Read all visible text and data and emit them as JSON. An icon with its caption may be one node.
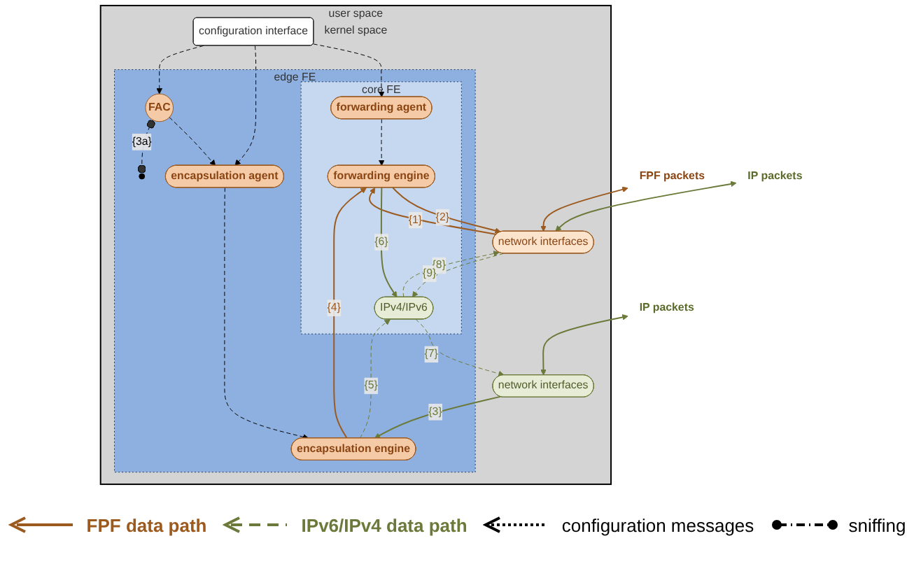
{
  "diagram": {
    "nodes": [
      {
        "text": [
          "user space",
          "kernel space"
        ]
      },
      {
        "text": [
          "configuration interface"
        ],
        "in": 0
      },
      {
        "text": [
          "edge FE"
        ],
        "in": 0
      },
      {
        "text": [
          "core FE"
        ],
        "in": 2
      },
      {
        "text": [
          "forwarding agent"
        ],
        "in": 3
      },
      {
        "text": [
          "encapsulation agent"
        ],
        "in": 2
      },
      {
        "text": [
          "FAC"
        ],
        "in": 2
      },
      {
        "text": [
          "network interfaces"
        ],
        "in": 0
      },
      {
        "text": [
          "forwarding engine"
        ],
        "in": 3
      },
      {
        "text": [
          "encapsulation engine"
        ],
        "in": 2
      },
      {
        "text": [
          "network interfaces"
        ],
        "in": 0
      },
      {
        "text": [
          "IPv4/IPv6"
        ],
        "in": 3
      },
      {
        "text": [
          "FPF packets"
        ]
      },
      {
        "text": [
          "IP packets"
        ]
      },
      {
        "text": [
          "IP packets"
        ]
      },
      {
        "text": [],
        "shape": "circle",
        "in": 2
      }
    ],
    "edges": [
      {
        "from": 1,
        "to": 4,
        "arrow": "to",
        "style": "dashed",
        "color": "#000000"
      },
      {
        "from": 1,
        "to": 5,
        "arrow": "to",
        "style": "dashed",
        "color": "#000000"
      },
      {
        "from": 1,
        "to": 6,
        "arrow": "to",
        "style": "dashed",
        "color": "#000000"
      },
      {
        "from": 6,
        "to": 5,
        "arrow": "to",
        "style": "dashed",
        "color": "#000000"
      },
      {
        "from": 4,
        "to": 8,
        "arrow": "to",
        "style": "dashed",
        "color": "#000000"
      },
      {
        "from": 5,
        "to": 9,
        "arrow": "to",
        "style": "dashed",
        "color": "#000000"
      },
      {
        "from": 7,
        "to": 8,
        "arrow": "to",
        "label": "{1}",
        "color": "#9c5a1f"
      },
      {
        "from": 8,
        "to": 7,
        "arrow": "to",
        "label": "{2}",
        "color": "#9c5a1f"
      },
      {
        "from": 10,
        "to": 9,
        "arrow": "to",
        "label": "{3}"
      },
      {
        "from": 6,
        "to": 15,
        "arrow": "other",
        "label": "{3a}",
        "style": "dashed",
        "color": "#000000"
      },
      {
        "from": 9,
        "to": 8,
        "arrow": "to",
        "label": "{4}",
        "color": "#9c5a1f"
      },
      {
        "from": 9,
        "to": 11,
        "arrow": "to",
        "label": "{5}",
        "style": "dashed"
      },
      {
        "from": 8,
        "to": 11,
        "arrow": "to",
        "label": "{6}"
      },
      {
        "from": 11,
        "to": 10,
        "arrow": "to",
        "label": "{7}",
        "style": "dashed"
      },
      {
        "from": 11,
        "to": 7,
        "arrow": "to",
        "label": "{8}",
        "style": "dashed"
      },
      {
        "from": 7,
        "to": 11,
        "arrow": "to",
        "label": "{9}",
        "style": "dashed"
      },
      {
        "from": 12,
        "to": 7,
        "arrow": "both",
        "color": "#9c5a1f"
      },
      {
        "from": 13,
        "to": 7,
        "arrow": "both"
      },
      {
        "from": 14,
        "to": 10,
        "arrow": "both"
      }
    ],
    "legend": [
      {
        "text": "FPF data path"
      },
      {
        "text": "IPv6/IPv4 data path"
      },
      {
        "text": "configuration messages"
      },
      {
        "text": "sniffing"
      }
    ]
  }
}
